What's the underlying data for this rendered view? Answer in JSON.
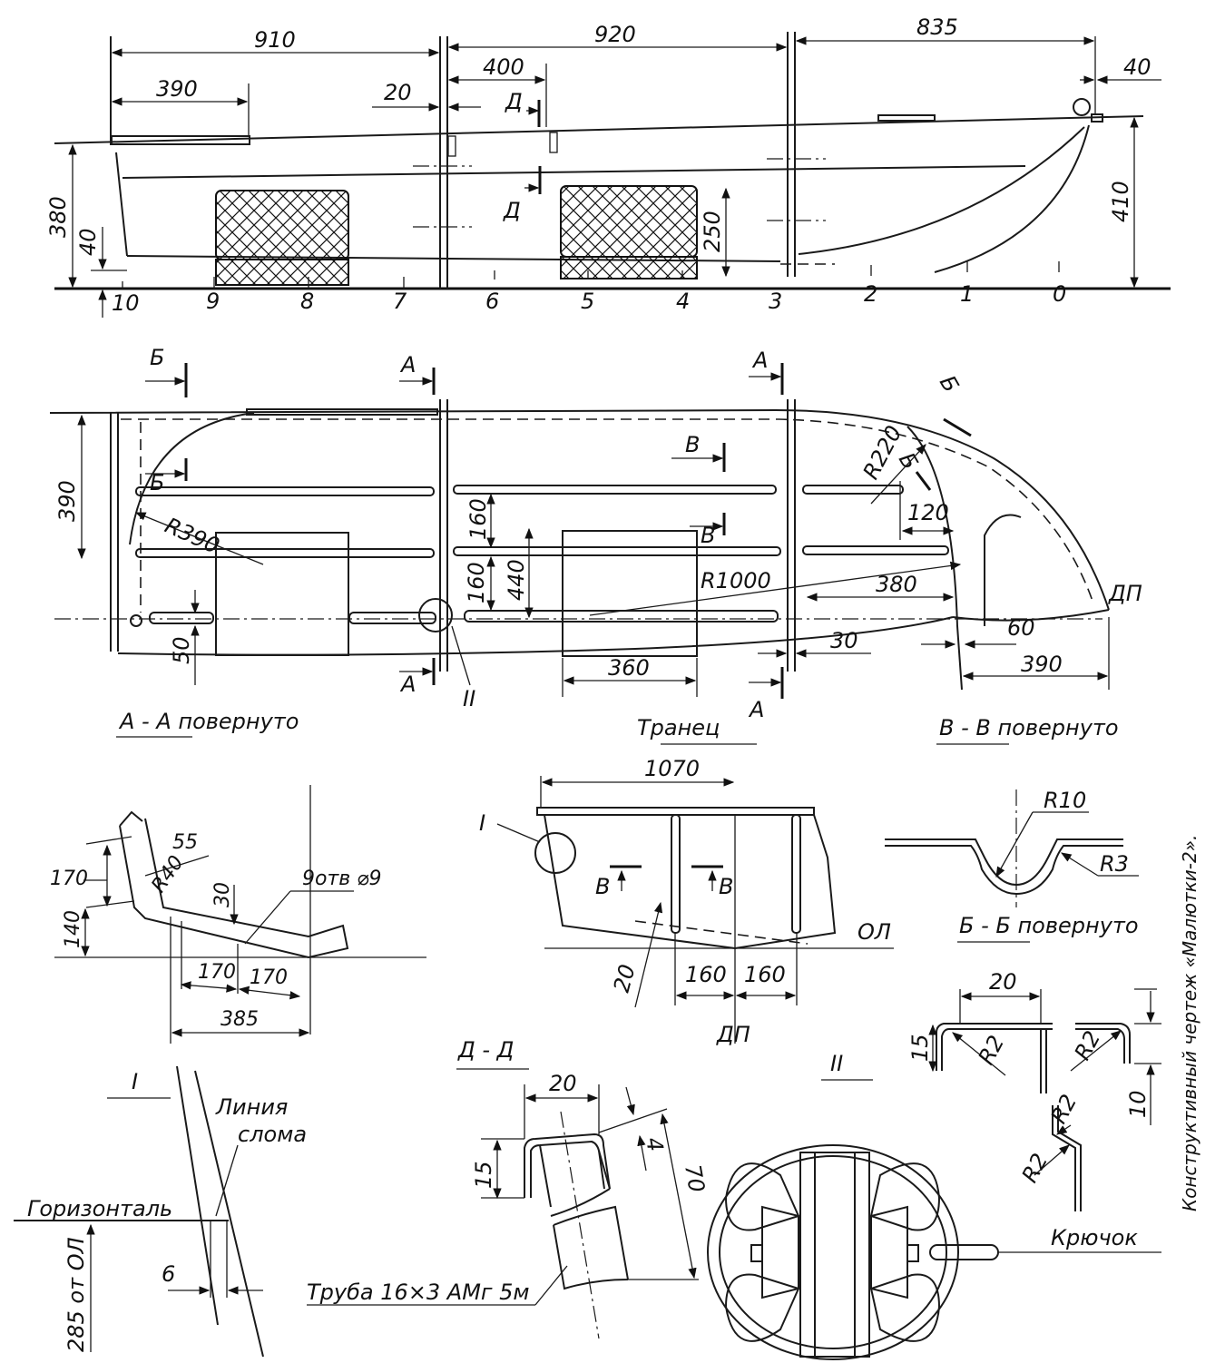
{
  "profile": {
    "dims": {
      "d910": "910",
      "d920": "920",
      "d835": "835",
      "d40_top": "40",
      "d400": "400",
      "d390": "390",
      "d20": "20",
      "d380": "380",
      "d40_left": "40",
      "d250": "250",
      "d410": "410"
    },
    "section_d": "Д",
    "stations": [
      "10",
      "9",
      "8",
      "7",
      "6",
      "5",
      "4",
      "3",
      "2",
      "1",
      "0"
    ]
  },
  "plan": {
    "labels": {
      "b": "Б",
      "a": "А",
      "v": "В",
      "dp": "ДП",
      "node2": "II"
    },
    "dims": {
      "d390": "390",
      "r390": "R390",
      "d160a": "160",
      "d160b": "160",
      "d440": "440",
      "r1000": "R1000",
      "r220": "R220",
      "d120": "120",
      "d380": "380",
      "d50": "50",
      "d360": "360",
      "d30": "30",
      "d60": "60",
      "d390b": "390"
    }
  },
  "captions": {
    "aa": "А - А  повернуто",
    "tranets": "Транец",
    "vv": "В - В повернуто",
    "bb": "Б - Б повернуто",
    "dd": "Д - Д",
    "node1": "I",
    "node2": "II"
  },
  "aa_section": {
    "d55": "55",
    "d170a": "170",
    "r40": "R40",
    "d30": "30",
    "holes": "9отв ⌀9",
    "d140": "140",
    "d170b": "170",
    "d170c": "170",
    "d385": "385"
  },
  "transom": {
    "d1070": "1070",
    "node1": "I",
    "v1": "В",
    "v2": "В",
    "ol": "ОЛ",
    "d20": "20",
    "d160a": "160",
    "d160b": "160",
    "dp": "ДП"
  },
  "bb_section": {
    "r10": "R10",
    "r3": "R3"
  },
  "node1_detail": {
    "line_break_1": "Линия",
    "line_break_2": "слома",
    "horizontal": "Горизонталь",
    "height": "285 от ОЛ",
    "d6": "6"
  },
  "dd_section": {
    "d20": "20",
    "d15": "15",
    "d4": "4",
    "d70": "70",
    "pipe": "Труба 16×3  АМг 5м"
  },
  "node2_detail": {
    "d20": "20",
    "d15": "15",
    "r2a": "R2",
    "r2b": "R2",
    "d10": "10",
    "r2c": "R2",
    "r2d": "R2",
    "hook": "Крючок"
  },
  "side_caption": "Конструктивный чертеж «Малютки-2»."
}
